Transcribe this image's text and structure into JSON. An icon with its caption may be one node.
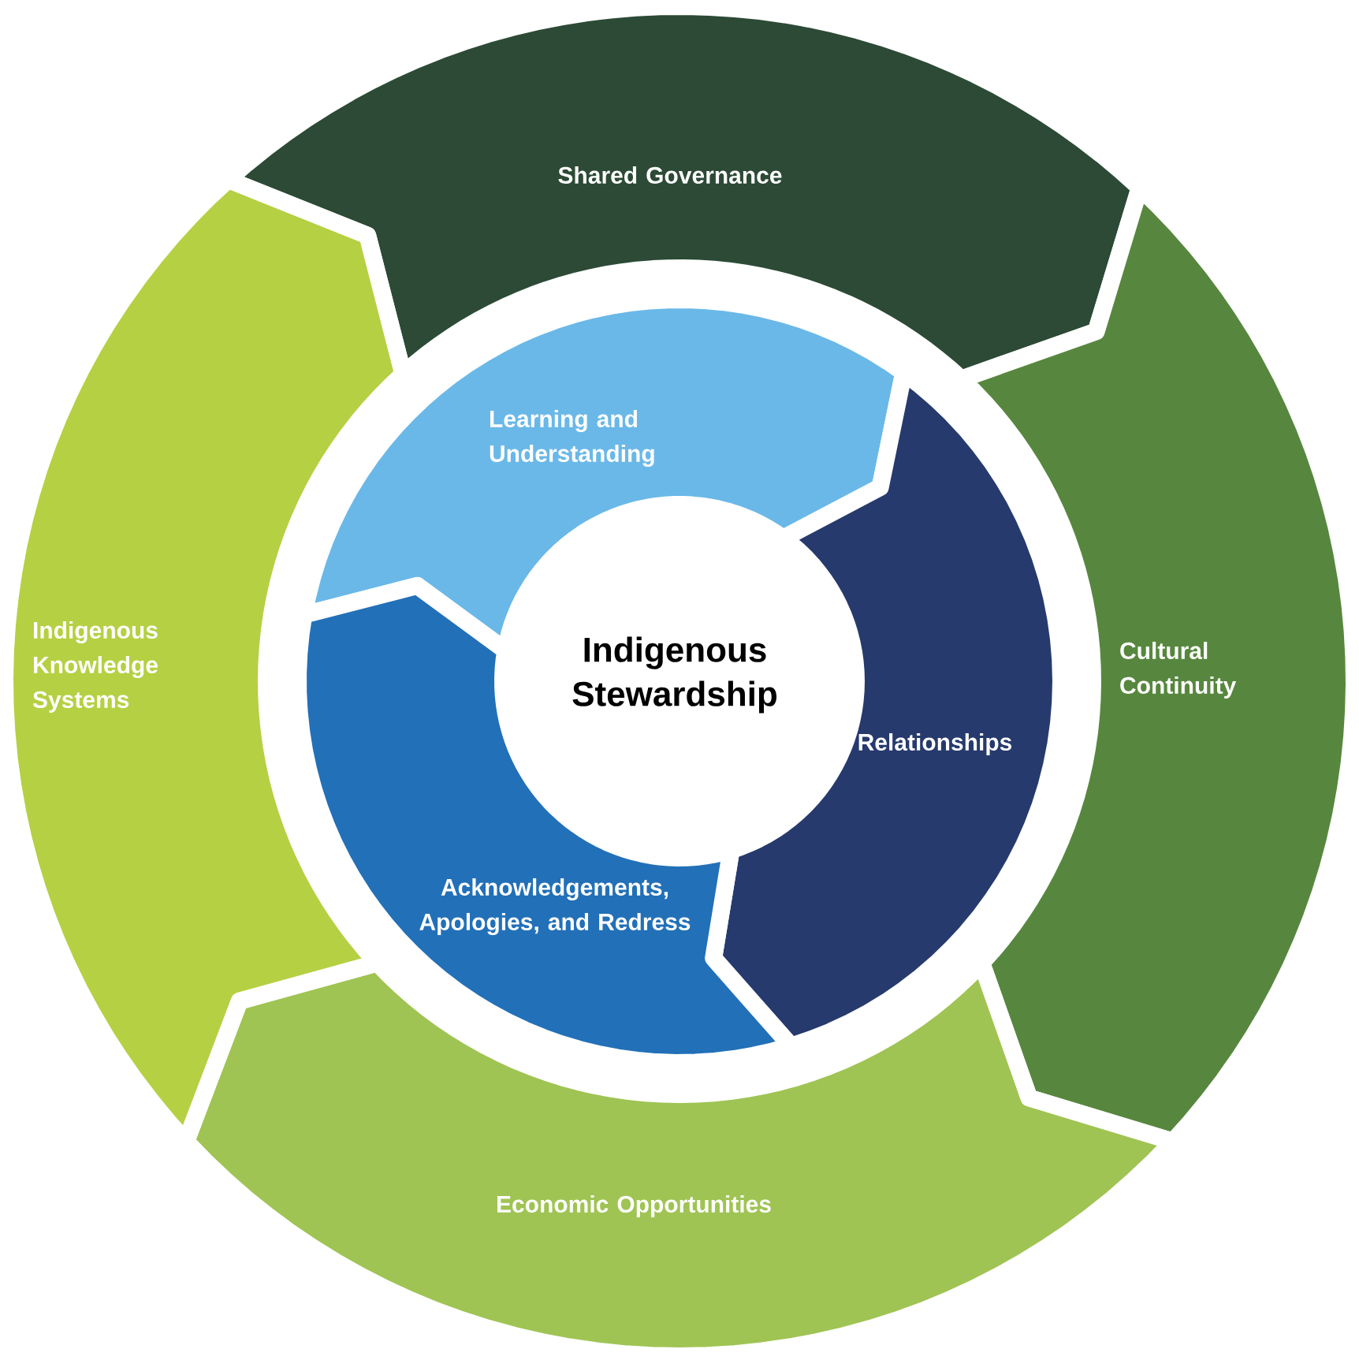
{
  "diagram": {
    "nodes": [
      {
        "text": [
          "Indigenous Stewardship"
        ]
      },
      {
        "text": [
          "Learning and Understanding"
        ]
      },
      {
        "text": [
          "Relationships"
        ]
      },
      {
        "text": [
          "Acknowledgements, Apologies, and Redress"
        ]
      },
      {
        "text": [
          "Shared Governance"
        ]
      },
      {
        "text": [
          "Cultural Continuity"
        ]
      },
      {
        "text": [
          "Economic Opportunities"
        ]
      },
      {
        "text": [
          "Indigenous Knowledge Systems"
        ]
      }
    ]
  }
}
